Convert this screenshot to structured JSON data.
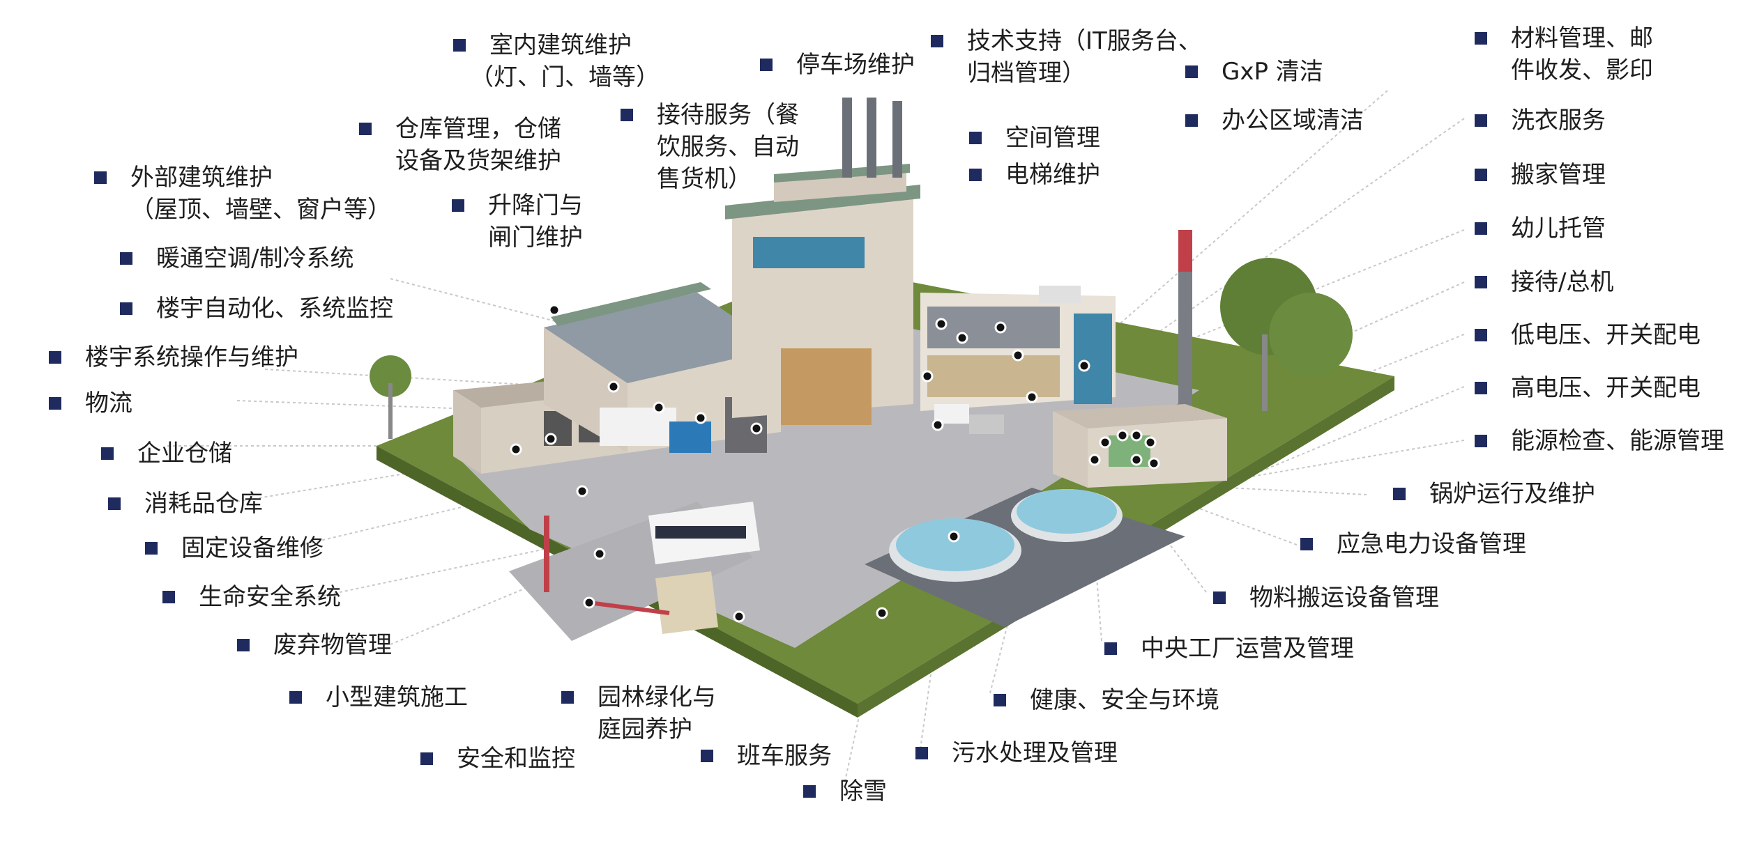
{
  "diagram": {
    "type": "isometric-facility-services-map",
    "bullet_color": "#1f2a5e",
    "text_color": "#1e1e1e",
    "colors": {
      "grass": "#6e8a3a",
      "pavement": "#b9b9bd",
      "building_wall": "#d8cfc3",
      "roof_trim": "#7d9683",
      "window_blue": "#3f86a8",
      "water": "#8ec9de",
      "stack_red": "#c0404a"
    },
    "labels": [
      {
        "id": "indoor-building-maint",
        "line1": "室内建筑维护",
        "line2": "（灯、门、墙等）"
      },
      {
        "id": "parking-maint",
        "line1": "停车场维护",
        "line2": ""
      },
      {
        "id": "tech-support",
        "line1": "技术支持（IT服务台、",
        "line2": "归档管理）"
      },
      {
        "id": "gxp-cleaning",
        "line1": "GxP 清洁",
        "line2": ""
      },
      {
        "id": "materials-mail",
        "line1": "材料管理、邮",
        "line2": "件收发、影印"
      },
      {
        "id": "warehouse-mgmt",
        "line1": "仓库管理，仓储",
        "line2": "设备及货架维护"
      },
      {
        "id": "reception-services",
        "line1": "接待服务（餐",
        "line2": "饮服务、自动",
        "line3": "售货机）"
      },
      {
        "id": "space-mgmt",
        "line1": "空间管理",
        "line2": ""
      },
      {
        "id": "office-cleaning",
        "line1": "办公区域清洁",
        "line2": ""
      },
      {
        "id": "laundry",
        "line1": "洗衣服务",
        "line2": ""
      },
      {
        "id": "exterior-building-maint",
        "line1": "外部建筑维护",
        "line2": "（屋顶、墙壁、窗户等）"
      },
      {
        "id": "lift-gate-maint",
        "line1": "升降门与",
        "line2": "闸门维护"
      },
      {
        "id": "elevator-maint",
        "line1": "电梯维护",
        "line2": ""
      },
      {
        "id": "moving-mgmt",
        "line1": "搬家管理",
        "line2": ""
      },
      {
        "id": "hvac",
        "line1": "暖通空调/制冷系统",
        "line2": ""
      },
      {
        "id": "childcare",
        "line1": "幼儿托管",
        "line2": ""
      },
      {
        "id": "building-automation",
        "line1": "楼宇自动化、系统监控",
        "line2": ""
      },
      {
        "id": "reception-switchboard",
        "line1": "接待/总机",
        "line2": ""
      },
      {
        "id": "building-systems-ops",
        "line1": "楼宇系统操作与维护",
        "line2": ""
      },
      {
        "id": "low-voltage",
        "line1": "低电压、开关配电",
        "line2": ""
      },
      {
        "id": "logistics",
        "line1": "物流",
        "line2": ""
      },
      {
        "id": "high-voltage",
        "line1": "高电压、开关配电",
        "line2": ""
      },
      {
        "id": "enterprise-storage",
        "line1": "企业仓储",
        "line2": ""
      },
      {
        "id": "energy-mgmt",
        "line1": "能源检查、能源管理",
        "line2": ""
      },
      {
        "id": "consumables-warehouse",
        "line1": "消耗品仓库",
        "line2": ""
      },
      {
        "id": "boiler",
        "line1": "锅炉运行及维护",
        "line2": ""
      },
      {
        "id": "fixed-equipment",
        "line1": "固定设备维修",
        "line2": ""
      },
      {
        "id": "emergency-power",
        "line1": "应急电力设备管理",
        "line2": ""
      },
      {
        "id": "life-safety",
        "line1": "生命安全系统",
        "line2": ""
      },
      {
        "id": "material-handling",
        "line1": "物料搬运设备管理",
        "line2": ""
      },
      {
        "id": "waste-mgmt",
        "line1": "废弃物管理",
        "line2": ""
      },
      {
        "id": "central-plant",
        "line1": "中央工厂运营及管理",
        "line2": ""
      },
      {
        "id": "small-construction",
        "line1": "小型建筑施工",
        "line2": ""
      },
      {
        "id": "landscaping",
        "line1": "园林绿化与",
        "line2": "庭园养护"
      },
      {
        "id": "ehs",
        "line1": "健康、安全与环境",
        "line2": ""
      },
      {
        "id": "security",
        "line1": "安全和监控",
        "line2": ""
      },
      {
        "id": "shuttle",
        "line1": "班车服务",
        "line2": ""
      },
      {
        "id": "wastewater",
        "line1": "污水处理及管理",
        "line2": ""
      },
      {
        "id": "snow-removal",
        "line1": "除雪",
        "line2": ""
      }
    ]
  }
}
